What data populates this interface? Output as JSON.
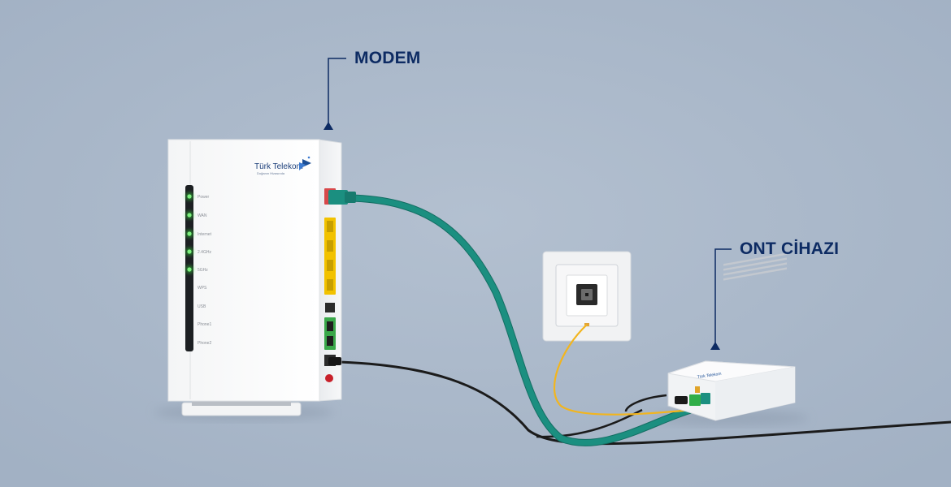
{
  "callouts": {
    "modem": "MODEM",
    "ont": "ONT CİHAZI"
  },
  "modem": {
    "brand_name": "Türk Telekom",
    "brand_tagline": "Doğanın Hizasında",
    "led_labels": [
      "Power",
      "WAN",
      "Internet",
      "2.4GHz",
      "5GHz",
      "WPS",
      "USB",
      "Phone1",
      "Phone2"
    ]
  },
  "colors": {
    "background": "#a9b7c9",
    "label": "#0d2b63",
    "led": "#39e23c",
    "ethernet_cable": "#178a7c",
    "fiber_cable": "#f2b51e",
    "lan_port": "#f2c200",
    "power_cable": "#1a1a1a"
  },
  "icons": {
    "brand_logo": "turk-telekom-logo",
    "callout_pointer": "triangle-up-icon"
  }
}
